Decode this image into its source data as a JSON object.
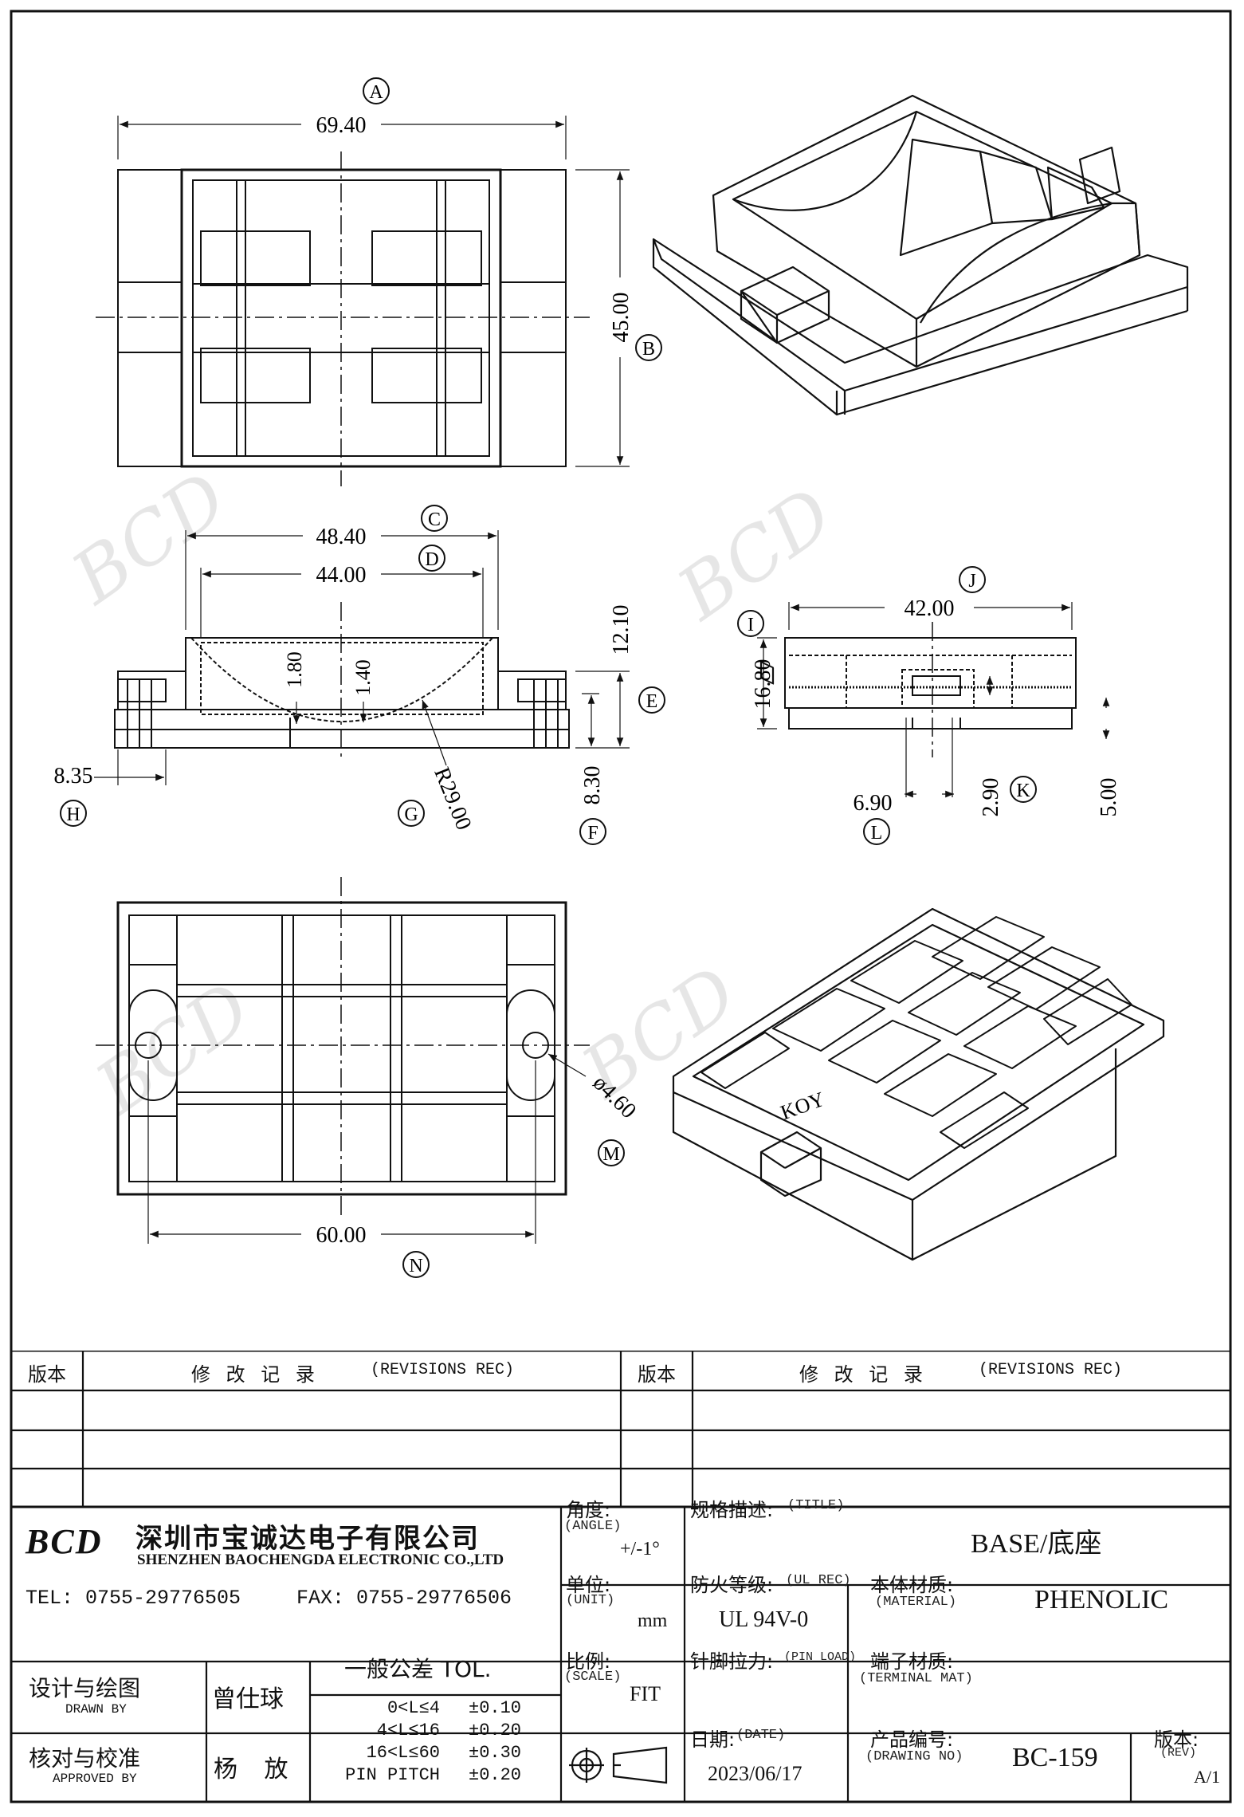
{
  "views": {
    "top": {
      "dims": {
        "width": "69.40",
        "height": "45.00"
      },
      "callouts": {
        "width": "A",
        "height": "B"
      }
    },
    "side": {
      "dims": {
        "outer_width": "48.40",
        "inner_width": "44.00",
        "depth_a": "1.80",
        "depth_b": "1.40",
        "height": "12.10",
        "base_height": "8.30",
        "flange": "8.35",
        "radius": "R29.00"
      },
      "callouts": {
        "outer_width": "C",
        "inner_width": "D",
        "height": "E",
        "base_height": "F",
        "radius": "G",
        "flange": "H"
      }
    },
    "end": {
      "dims": {
        "width": "42.00",
        "height": "16.80",
        "slot_width": "6.90",
        "slot_depth": "2.90",
        "pin": "5.00"
      },
      "callouts": {
        "height": "I",
        "width": "J",
        "slot_depth": "K",
        "slot_width": "L"
      }
    },
    "bottom": {
      "dims": {
        "hole_dia": "ø4.60",
        "hole_pitch": "60.00"
      },
      "callouts": {
        "hole_dia": "M",
        "hole_pitch": "N"
      },
      "marking": "KOY"
    }
  },
  "title_block": {
    "revisions": {
      "rev_label": "版本",
      "rec_label": "修 改 记 录",
      "rec_label_en": "(REVISIONS REC)"
    },
    "company": {
      "logo_text": "BCD",
      "name_cn": "深圳市宝诚达电子有限公司",
      "name_en": "SHENZHEN BAOCHENGDA ELECTRONIC CO.,LTD",
      "tel": "TEL: 0755-29776505",
      "fax": "FAX: 0755-29776506"
    },
    "angle": {
      "label": "角度:",
      "label_en": "(ANGLE)",
      "value": "+/-1°"
    },
    "unit": {
      "label": "单位:",
      "label_en": "(UNIT)",
      "value": "mm"
    },
    "scale": {
      "label": "比例:",
      "label_en": "(SCALE)",
      "value": "FIT"
    },
    "title": {
      "label": "规格描述:",
      "label_en": "(TITLE)",
      "value": "BASE/底座"
    },
    "ul_rec": {
      "label": "防火等级:",
      "label_en": "(UL REC)",
      "value": "UL 94V-0"
    },
    "material": {
      "label": "本体材质:",
      "label_en": "(MATERIAL)",
      "value": "PHENOLIC"
    },
    "pin_load": {
      "label": "针脚拉力:",
      "label_en": "(PIN LOAD)"
    },
    "terminal_mat": {
      "label": "端子材质:",
      "label_en": "(TERMINAL MAT)"
    },
    "date": {
      "label": "日期:",
      "label_en": "(DATE)",
      "value": "2023/06/17"
    },
    "drawing_no": {
      "label": "产品编号:",
      "label_en": "(DRAWING NO)",
      "value": "BC-159"
    },
    "rev": {
      "label": "版本:",
      "label_en": "(REV)",
      "value": "A/1"
    },
    "drawn_by": {
      "label": "设计与绘图",
      "label_en": "DRAWN BY",
      "value": "曾仕球"
    },
    "approved_by": {
      "label": "核对与校准",
      "label_en": "APPROVED BY",
      "value": "杨 放"
    },
    "tolerance": {
      "header": "一般公差 TOL.",
      "rows": [
        {
          "range": "0<L≤4",
          "value": "±0.10"
        },
        {
          "range": "4<L≤16",
          "value": "±0.20"
        },
        {
          "range": "16<L≤60",
          "value": "±0.30"
        },
        {
          "range": "PIN PITCH",
          "value": "±0.20"
        }
      ]
    }
  }
}
